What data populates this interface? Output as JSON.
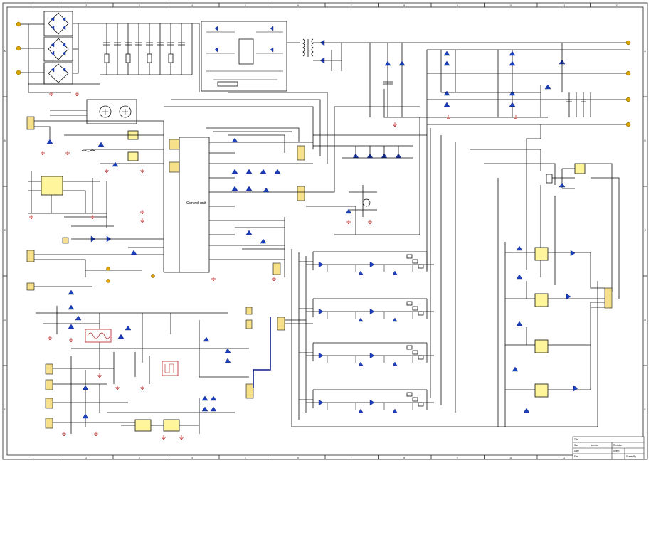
{
  "sheet": {
    "col_labels": [
      "1",
      "2",
      "3",
      "4",
      "5",
      "6",
      "7",
      "8",
      "9",
      "10",
      "11",
      "12"
    ],
    "row_labels": [
      "A",
      "B",
      "C",
      "D",
      "E"
    ]
  },
  "control_unit": {
    "title": "Control unit"
  },
  "title_block": {
    "labels": [
      "Title",
      "Size",
      "Date",
      "File",
      "Number",
      "Revision",
      "Sheet",
      "Drawn By"
    ]
  },
  "colors": {
    "wire": "#111111",
    "bus": "#0d1a8a",
    "diode": "#1a3fbf",
    "ic_fill": "#fff59d",
    "terminal": "#d9a400",
    "ground": "#b71c1c"
  },
  "icons": [
    "diode-icon",
    "capacitor-icon",
    "resistor-icon",
    "fan-motor-icon",
    "ground-icon",
    "terminal-icon",
    "connector-icon"
  ]
}
